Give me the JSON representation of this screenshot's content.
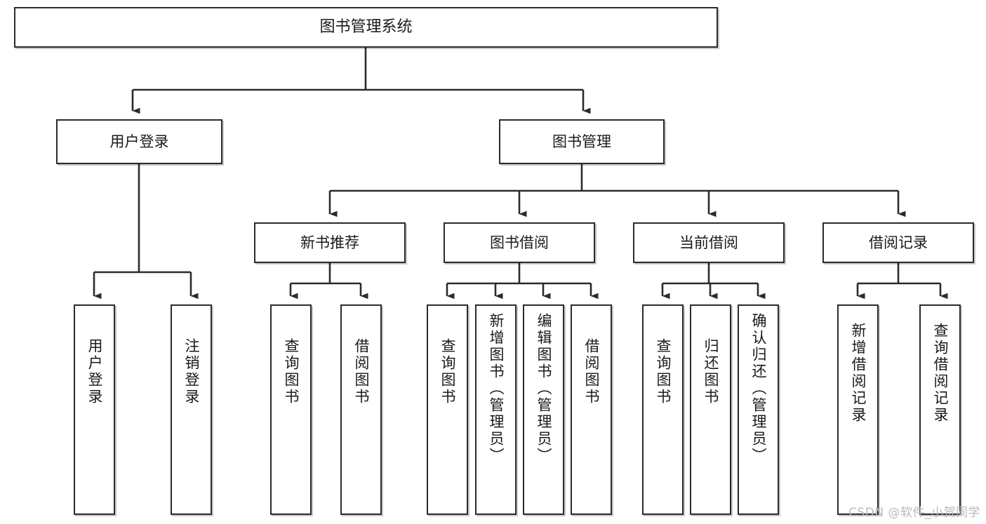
{
  "diagram": {
    "type": "hierarchy-tree",
    "title": "图书管理系统",
    "watermark": "CSDN @软件_小贺同学",
    "colors": {
      "box_border": "#2b2b2b",
      "box_fill": "#ffffff",
      "line": "#2b2b2b",
      "text": "#1a1a1a",
      "watermark": "#b9b9b9"
    },
    "nodes": {
      "root": {
        "label": "图书管理系统"
      },
      "level2": [
        {
          "id": "user-login",
          "label": "用户登录"
        },
        {
          "id": "book-management",
          "label": "图书管理"
        }
      ],
      "level3": [
        {
          "id": "new-book-recommend",
          "label": "新书推荐"
        },
        {
          "id": "book-borrow",
          "label": "图书借阅"
        },
        {
          "id": "current-borrow",
          "label": "当前借阅"
        },
        {
          "id": "borrow-record",
          "label": "借阅记录"
        }
      ],
      "leaves": {
        "user_login": [
          {
            "id": "leaf-user-login",
            "label": "用户登录"
          },
          {
            "id": "leaf-logout-login",
            "label": "注销登录"
          }
        ],
        "new_book_recommend": [
          {
            "id": "leaf-query-book-1",
            "label": "查询图书"
          },
          {
            "id": "leaf-borrow-book-1",
            "label": "借阅图书"
          }
        ],
        "book_borrow": [
          {
            "id": "leaf-query-book-2",
            "label": "查询图书"
          },
          {
            "id": "leaf-add-book-admin",
            "label": "新增图书（管理员）"
          },
          {
            "id": "leaf-edit-book-admin",
            "label": "编辑图书（管理员）"
          },
          {
            "id": "leaf-borrow-book-2",
            "label": "借阅图书"
          }
        ],
        "current_borrow": [
          {
            "id": "leaf-query-book-3",
            "label": "查询图书"
          },
          {
            "id": "leaf-return-book",
            "label": "归还图书"
          },
          {
            "id": "leaf-confirm-return-admin",
            "label": "确认归还（管理员）"
          }
        ],
        "borrow_record": [
          {
            "id": "leaf-add-borrow-record",
            "label": "新增借阅记录"
          },
          {
            "id": "leaf-query-borrow-record",
            "label": "查询借阅记录"
          }
        ]
      }
    }
  }
}
